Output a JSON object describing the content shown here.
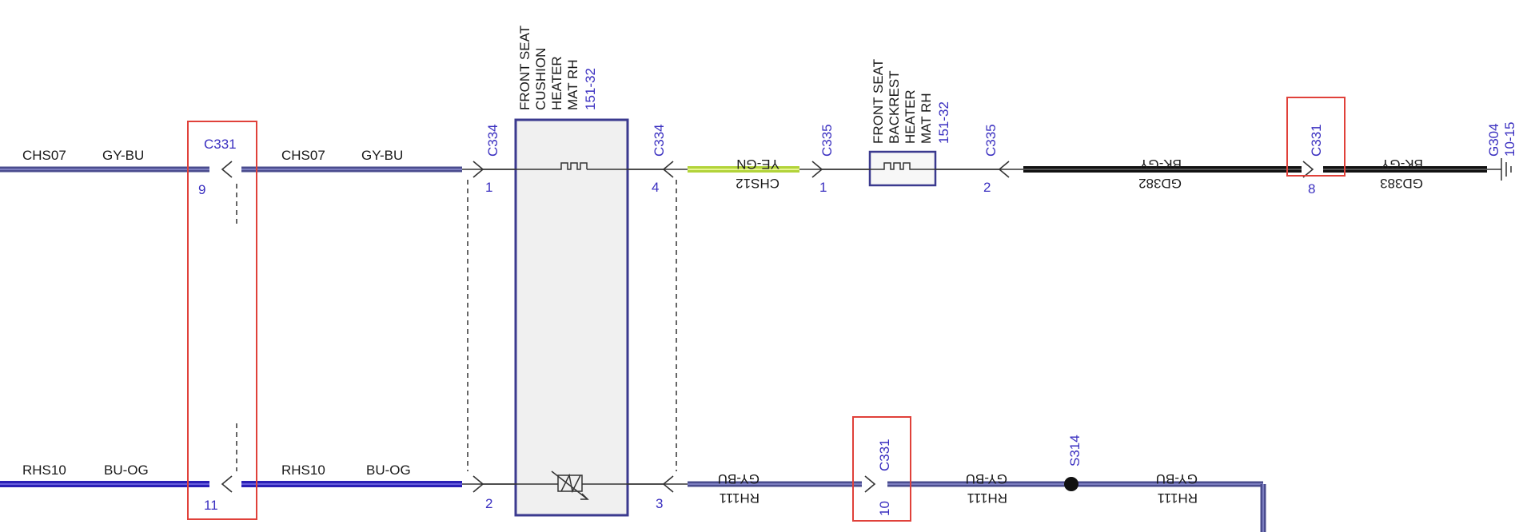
{
  "connectors": {
    "c331": "C331",
    "c334": "C334",
    "c335": "C335",
    "g304": "G304",
    "g304_ref": "10-15",
    "s314": "S314"
  },
  "pins": {
    "c331_top": "9",
    "c331_bottom": "11",
    "c334_top_left": "1",
    "c334_top_right": "4",
    "c334_bottom_left": "2",
    "c334_bottom_right": "3",
    "c335_left": "1",
    "c335_right": "2",
    "c331_right": "8",
    "c331_mid": "10"
  },
  "wires": {
    "chs07": "CHS07",
    "gy_bu": "GY-BU",
    "rhs10": "RHS10",
    "bu_og": "BU-OG",
    "ye_gn": "YE-GN",
    "chs12": "CHS12",
    "bk_gy": "BK-GY",
    "gd382": "GD382",
    "gd383": "GD383",
    "rh111": "RH111"
  },
  "components": {
    "cushion": {
      "lines": [
        "FRONT SEAT",
        "CUSHION",
        "HEATER",
        "MAT RH"
      ],
      "ref": "151-32"
    },
    "backrest": {
      "lines": [
        "FRONT SEAT",
        "BACKREST",
        "HEATER",
        "MAT RH"
      ],
      "ref": "151-32"
    }
  },
  "colors": {
    "gy_bu": "#4a4c8e",
    "bu_og": "#2a1fb5",
    "ye_gn": "#c6e34a",
    "bk_gy": "#111111",
    "label_blue": "#3a2fc0",
    "highlight": "#e0413a"
  }
}
